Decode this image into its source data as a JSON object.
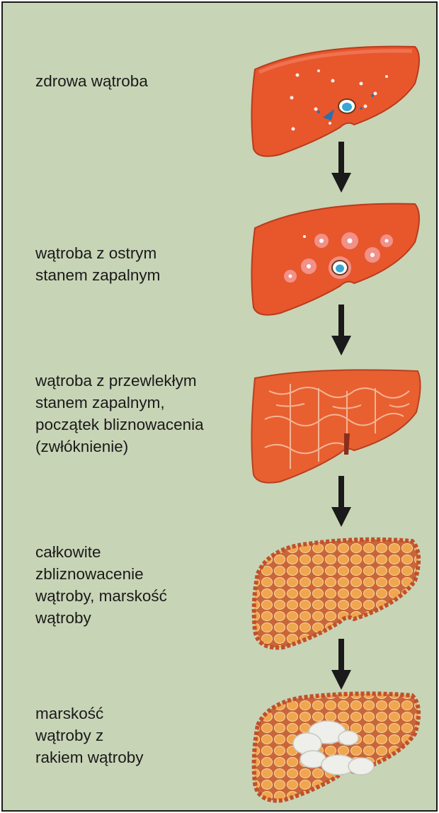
{
  "stages": [
    {
      "label": "zdrowa wątroba",
      "kind": "healthy"
    },
    {
      "label": "wątroba z ostrym\nstanem zapalnym",
      "kind": "acute"
    },
    {
      "label": "wątroba z przewlekłym\nstanem zapalnym,\npoczątek bliznowacenia\n(zwłóknienie)",
      "kind": "chronic"
    },
    {
      "label": "całkowite\nzbliznowacenie\nwątroby, marskość\nwątroby",
      "kind": "cirrhosis"
    },
    {
      "label": "marskość\nwątroby z\nrakiem wątroby",
      "kind": "cancer"
    }
  ],
  "colors": {
    "background": "#c8d4b6",
    "border": "#1a1a1a",
    "healthy_liver": "#e8562c",
    "cirrhotic_liver": "#f0a64e",
    "tumor": "#eeeeea",
    "arrow": "#1a1a1a"
  }
}
